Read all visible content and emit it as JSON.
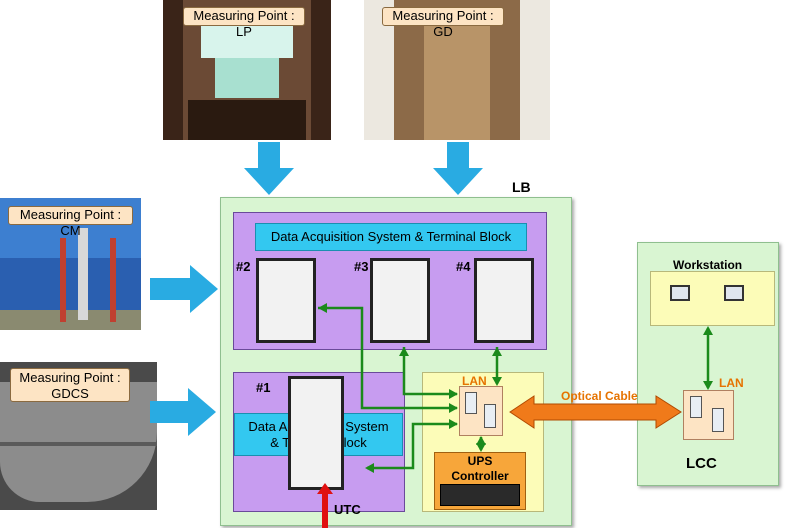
{
  "measuring_points": {
    "lp": "Measuring Point : LP",
    "gd": "Measuring Point : GD",
    "cm": "Measuring Point : CM",
    "gdcs_line1": "Measuring Point :",
    "gdcs_line2": "GDCS"
  },
  "lb": {
    "title": "LB",
    "daq_top": "Data Acquisition System & Terminal Block",
    "daq_bottom_line1": "Data Acquisition System",
    "daq_bottom_line2": "& Terminal Block",
    "cab1": "#1",
    "cab2": "#2",
    "cab3": "#3",
    "cab4": "#4",
    "lan": "LAN",
    "ups_line1": "UPS",
    "ups_line2": "Controller",
    "utc": "UTC"
  },
  "link": {
    "optical": "Optical Cable"
  },
  "lcc": {
    "title": "LCC",
    "workstation": "Workstation",
    "lan": "LAN"
  },
  "colors": {
    "lb_bg": "#d9f5d2",
    "purple": "#c79cf0",
    "yellow": "#fcfcb8",
    "ups": "#f7a63a",
    "cyan": "#33c8f0",
    "arrow_blue": "#29abe2",
    "orange": "#f07a1a",
    "green": "#1b8a1b"
  }
}
